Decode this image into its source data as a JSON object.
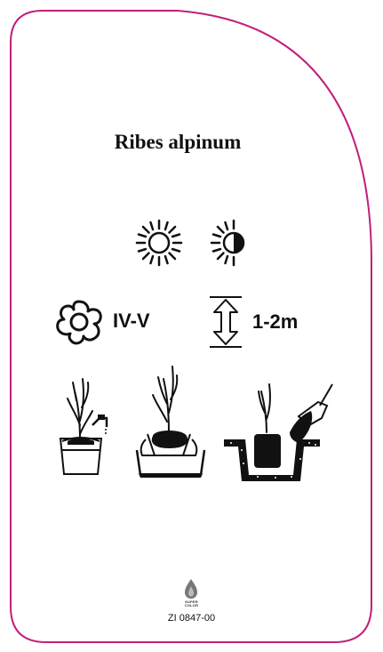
{
  "label": {
    "title": "Ribes alpinum",
    "flowering": "IV-V",
    "height": "1-2m",
    "code": "ZI 0847-00",
    "brand": {
      "line1": "SUPER",
      "line2": "COLOR"
    },
    "border_color": "#c0207a"
  },
  "icons": {
    "sun": "full-sun-icon",
    "half_shade": "half-shade-icon",
    "flower": "flower-icon",
    "height": "height-arrow-icon",
    "planting_steps": [
      "water-bucket-icon",
      "plant-in-pot-icon",
      "planting-in-soil-icon"
    ]
  }
}
